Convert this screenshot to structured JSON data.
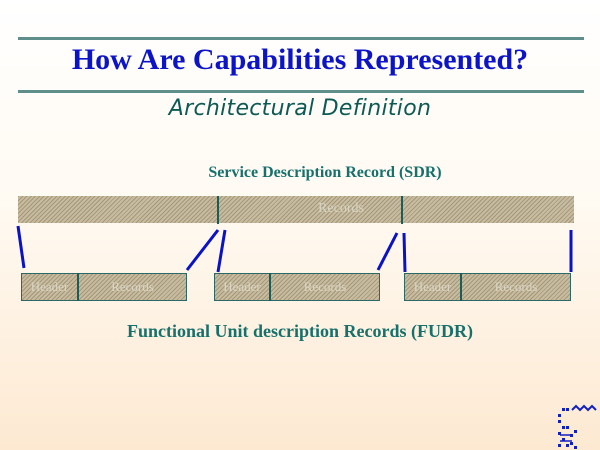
{
  "slide": {
    "title": "How Are Capabilities Represented?",
    "subtitle": "Architectural Definition"
  },
  "diagram": {
    "sdr_label": "Service Description Record (SDR)",
    "sdr_records_text": "Records",
    "fudr_units": [
      {
        "header": "Header",
        "records": "Records"
      },
      {
        "header": "Header",
        "records": "Records"
      },
      {
        "header": "Header",
        "records": "Records"
      }
    ],
    "fudr_label": "Functional Unit description Records (FUDR)"
  },
  "colors": {
    "title": "#0b14c9",
    "subtitle": "#0d5a54",
    "labels": "#16706b",
    "connector": "#0a12c8"
  }
}
